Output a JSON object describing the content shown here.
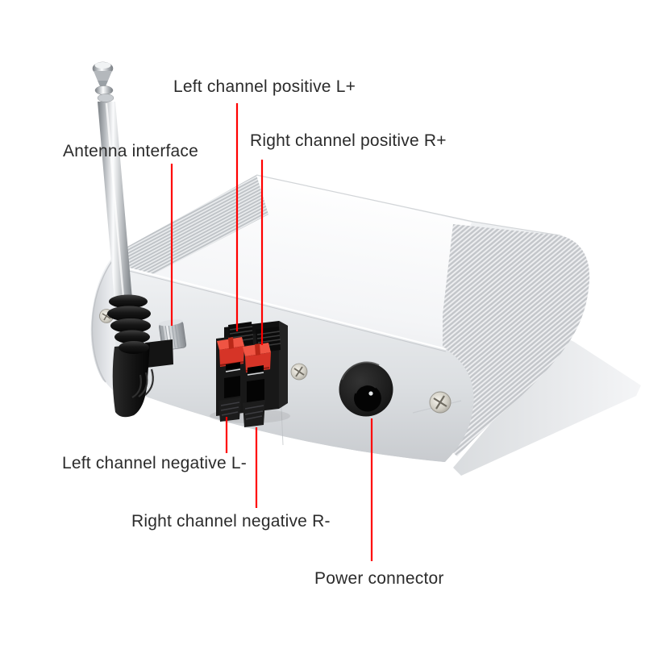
{
  "figure": {
    "background_color": "#ffffff",
    "annotation": {
      "line_color": "#ff0000",
      "text_color": "#2b2b2b",
      "labels": {
        "antenna_interface": "Antenna interface",
        "left_channel_positive": "Left channel positive L+",
        "right_channel_positive": "Right channel positive R+",
        "left_channel_negative": "Left channel negative L-",
        "right_channel_negative": "Right channel negative R-",
        "power_connector": "Power connector"
      }
    },
    "device": {
      "colors": {
        "chassis_silver": "#d9dce0",
        "terminal_body_black": "#171717",
        "terminal_clip_red": "#d63427",
        "antenna_chrome": "#c7cbcf"
      }
    }
  }
}
